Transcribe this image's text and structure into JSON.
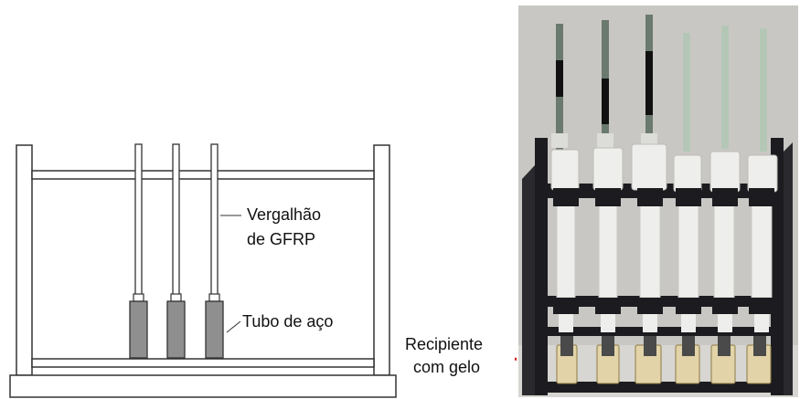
{
  "diagram": {
    "label_rebar_line1": "Vergalhão",
    "label_rebar_line2": "de GFRP",
    "label_tube": "Tubo de aço",
    "label_container_line1": "Recipiente",
    "label_container_line2": "com gelo"
  },
  "colors": {
    "line": "#333333",
    "steel_tube": "#8f8f8f",
    "red_pointer": "#d41c1c",
    "rack": "#1c1c20",
    "pvc": "#eeeeec",
    "wall": "#c9c7c3"
  }
}
